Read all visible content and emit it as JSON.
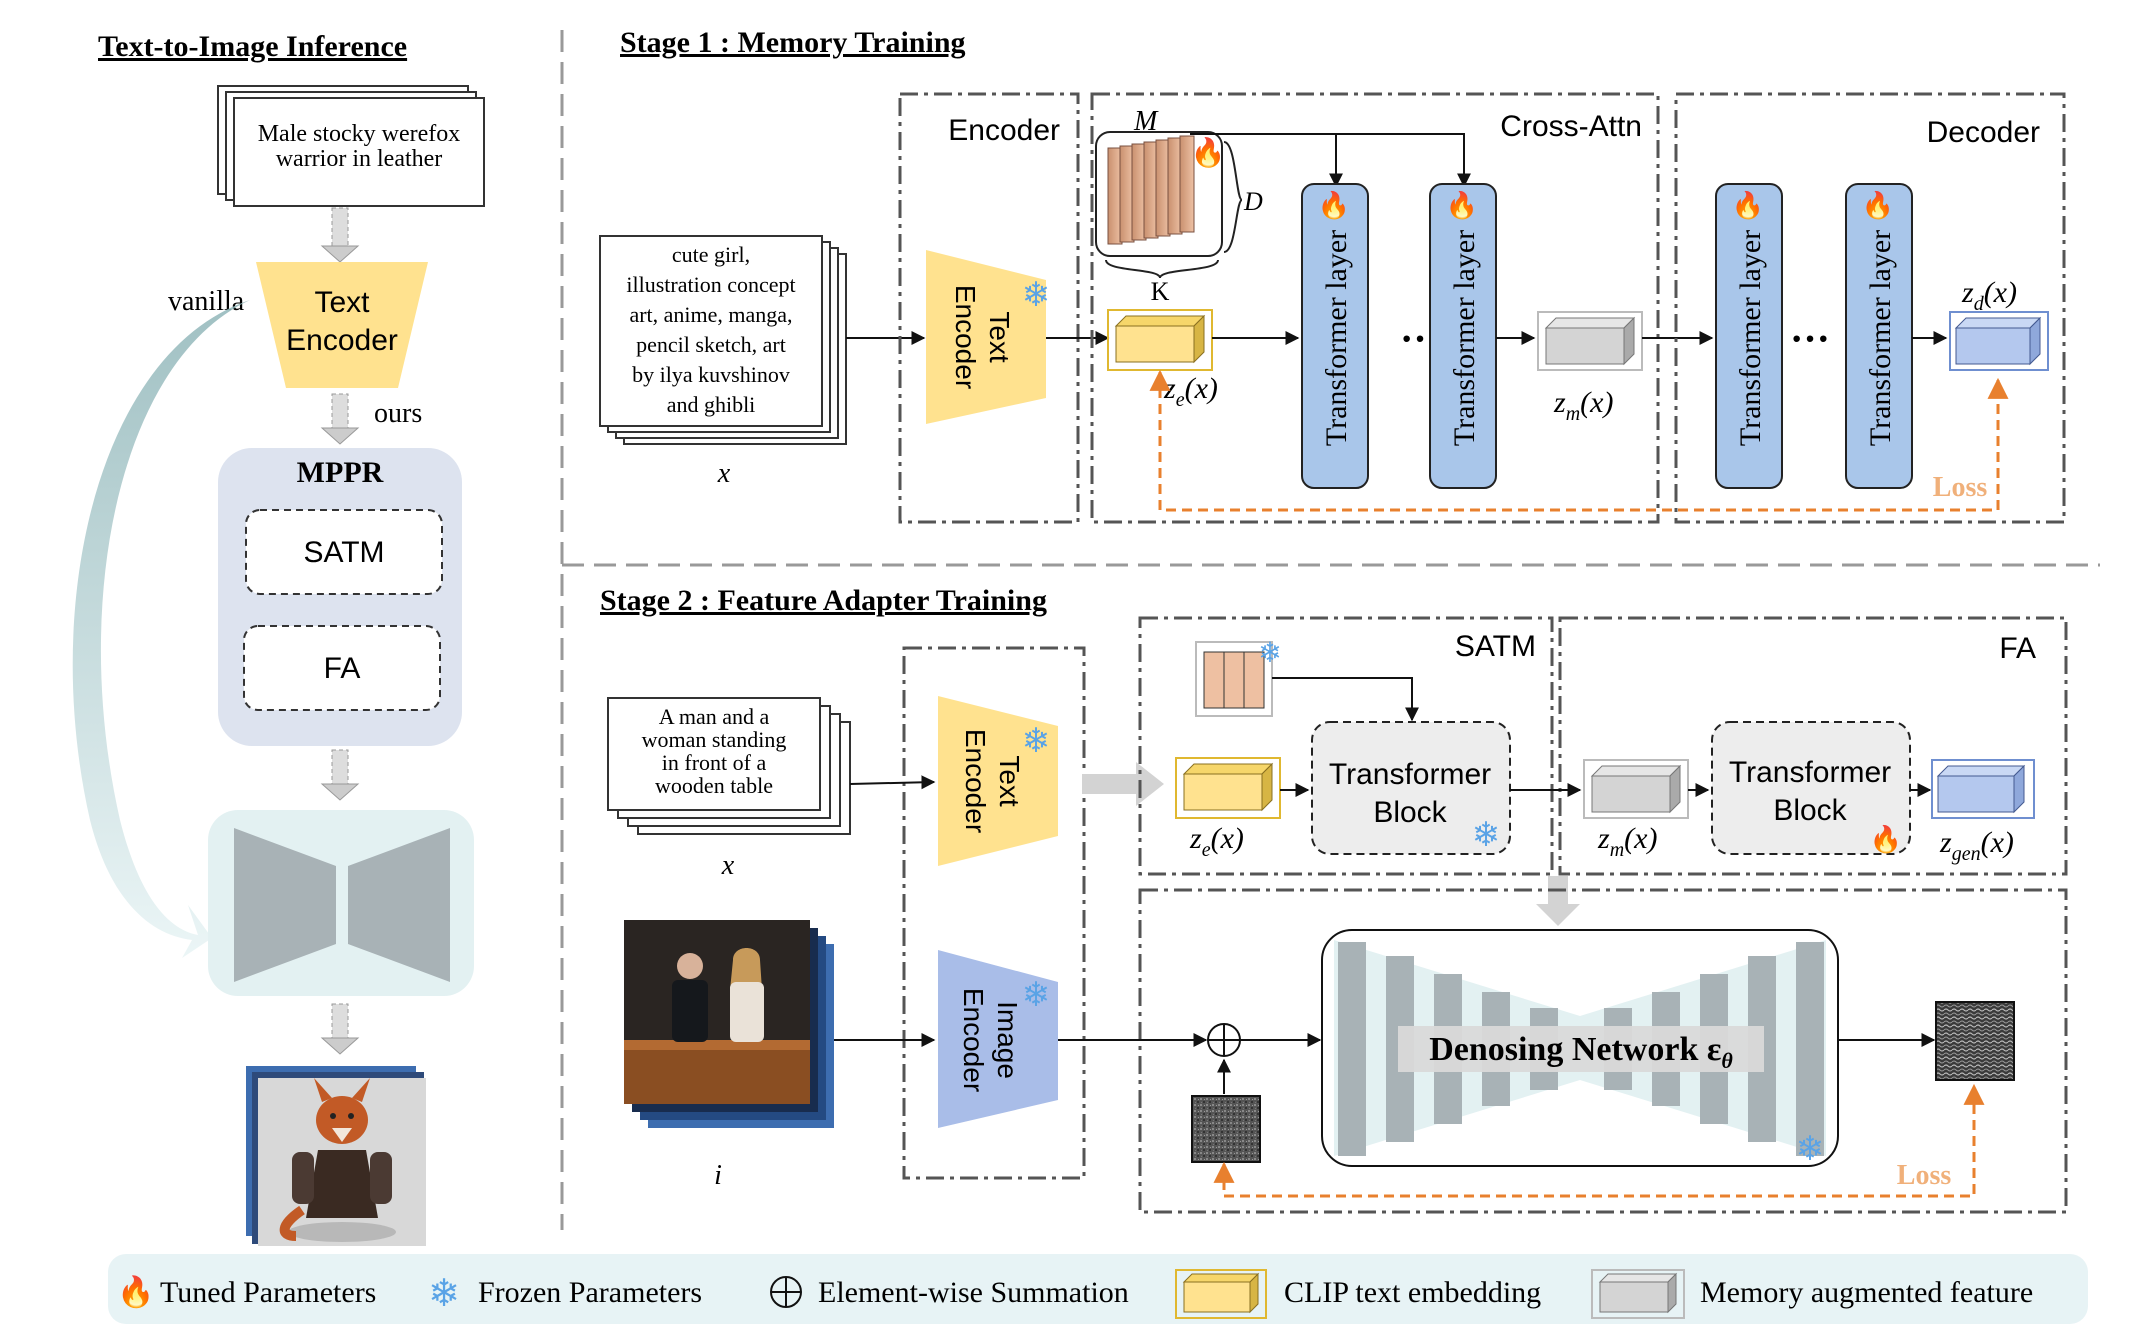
{
  "left_panel": {
    "title": "Text-to-Image Inference",
    "prompt": [
      "Male stocky werefox",
      "warrior in leather"
    ],
    "text_encoder": [
      "Text",
      "Encoder"
    ],
    "vanilla_label": "vanilla",
    "ours_label": "ours",
    "mppr": {
      "title": "MPPR",
      "modules": [
        "SATM",
        "FA"
      ]
    }
  },
  "stage1": {
    "title": "Stage 1 : Memory Training",
    "input_caption": [
      "cute girl,",
      "illustration concept",
      "art, anime, manga,",
      "pencil sketch, art",
      "by ilya kuvshinov",
      "and ghibli"
    ],
    "input_var": "x",
    "encoder_box_label": "Encoder",
    "text_encoder": [
      "Text",
      "Encoder"
    ],
    "cross_attn_label": "Cross-Attn",
    "decoder_label": "Decoder",
    "memory_labels": {
      "m": "M",
      "d": "D",
      "k": "K"
    },
    "transformer_layer": "Transformer layer",
    "dots": "···",
    "ze": "z",
    "ze_sub": "e",
    "zm_sub": "m",
    "zd_sub": "d",
    "arg": "(x)",
    "loss": "Loss"
  },
  "stage2": {
    "title": "Stage 2 : Feature Adapter Training",
    "input_caption": [
      "A man and a",
      "woman standing",
      "in front of a",
      "wooden table"
    ],
    "input_var": "x",
    "image_var": "i",
    "text_encoder": [
      "Text",
      "Encoder"
    ],
    "image_encoder": [
      "Image",
      "Encoder"
    ],
    "satm_label": "SATM",
    "fa_label": "FA",
    "transformer_block": [
      "Transformer",
      "Block"
    ],
    "zgen_sub": "gen",
    "denoising": "Denosing Network ε",
    "denoising_sub": "θ",
    "loss": "Loss"
  },
  "legend": {
    "tuned": "Tuned Parameters",
    "frozen": "Frozen Parameters",
    "sum": "Element-wise Summation",
    "clip": "CLIP text embedding",
    "memory": "Memory augmented feature"
  },
  "colors": {
    "yellow_fill": "#ffe9a0",
    "yellow_stroke": "#e0b830",
    "blue_layer": "#a9c6ea",
    "blue_embed": "#b4c8ee",
    "image_encoder": "#a9bde8",
    "gray_block": "#d9d9d9",
    "loss_orange": "#e8802e",
    "memory_fill": "#e8b89b",
    "mppr_bg": "#dde3ef",
    "unet_bg": "#e3f1f2",
    "legend_bg": "#e7f3f5"
  }
}
